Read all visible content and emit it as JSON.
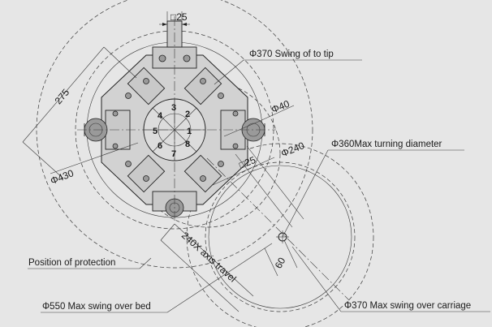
{
  "labels": {
    "square_top": "□25",
    "swing_tip": "Φ370 Swing of to tip",
    "dim_275": "275",
    "phi40": "Φ40",
    "phi240": "Φ240",
    "max_turning": "Φ360Max turning diameter",
    "phi430": "Φ430",
    "square_mid": "□25",
    "position_protection": "Position of protection",
    "x_travel": "240X axis travel",
    "dim_60": "60",
    "swing_bed": "Φ550 Max swing over bed",
    "swing_carriage": "Φ370 Max swing over carriage"
  },
  "stations": [
    "1",
    "2",
    "3",
    "4",
    "5",
    "6",
    "7",
    "8"
  ]
}
